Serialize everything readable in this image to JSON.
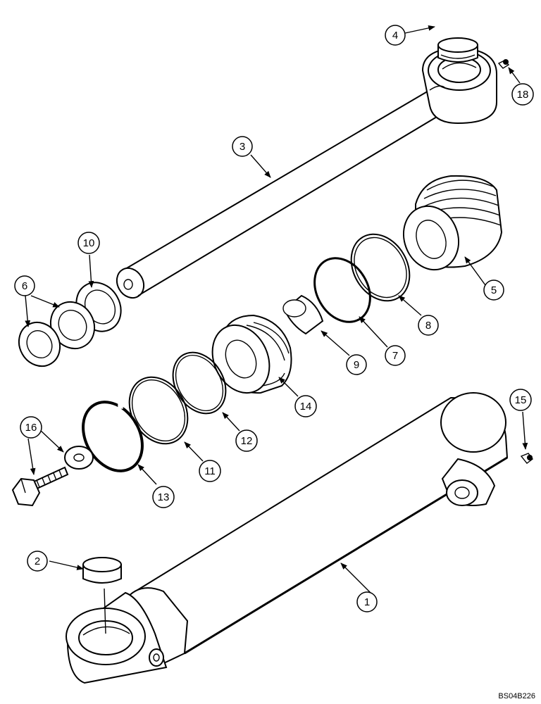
{
  "diagram": {
    "code": "BS04B226",
    "callouts": [
      {
        "id": "1",
        "label": "1"
      },
      {
        "id": "2",
        "label": "2"
      },
      {
        "id": "3",
        "label": "3"
      },
      {
        "id": "4",
        "label": "4"
      },
      {
        "id": "5",
        "label": "5"
      },
      {
        "id": "6",
        "label": "6"
      },
      {
        "id": "7",
        "label": "7"
      },
      {
        "id": "8",
        "label": "8"
      },
      {
        "id": "9",
        "label": "9"
      },
      {
        "id": "10",
        "label": "10"
      },
      {
        "id": "11",
        "label": "11"
      },
      {
        "id": "12",
        "label": "12"
      },
      {
        "id": "13",
        "label": "13"
      },
      {
        "id": "14",
        "label": "14"
      },
      {
        "id": "15",
        "label": "15"
      },
      {
        "id": "16",
        "label": "16"
      },
      {
        "id": "18",
        "label": "18"
      }
    ]
  }
}
